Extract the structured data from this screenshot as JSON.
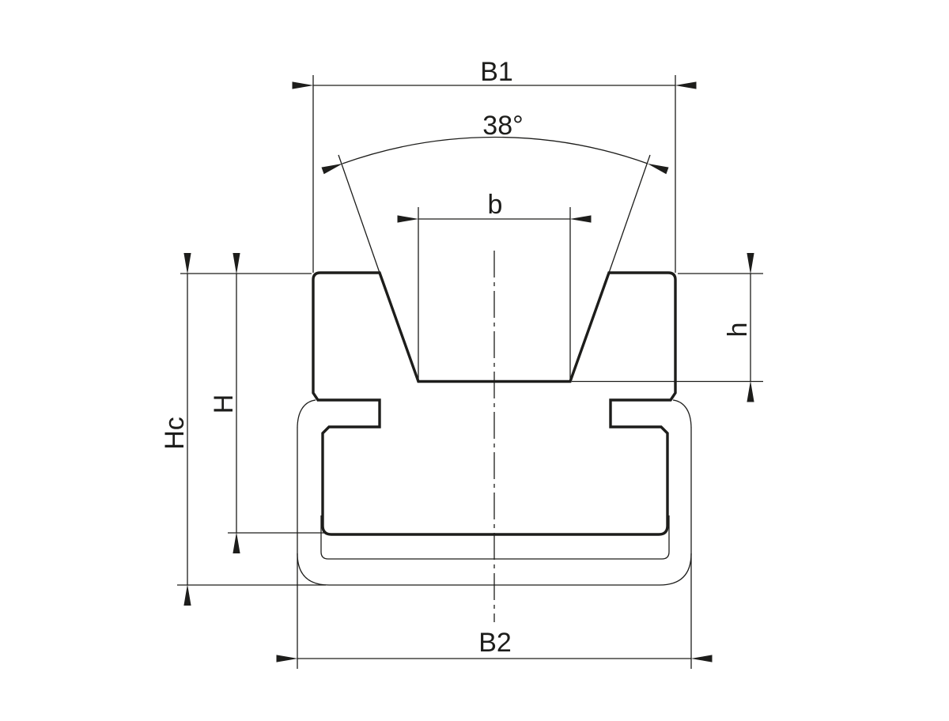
{
  "drawing": {
    "kind": "technical cross-section drawing",
    "subject": "V-groove guide rail profile clipped onto a support channel",
    "background_color": "#ffffff",
    "line_color": "#1d1d1b",
    "labels": {
      "top_width": "B1",
      "groove_angle": "38°",
      "groove_width": "b",
      "groove_depth": "h",
      "rail_height": "H",
      "total_height": "Hc",
      "base_width": "B2"
    }
  }
}
